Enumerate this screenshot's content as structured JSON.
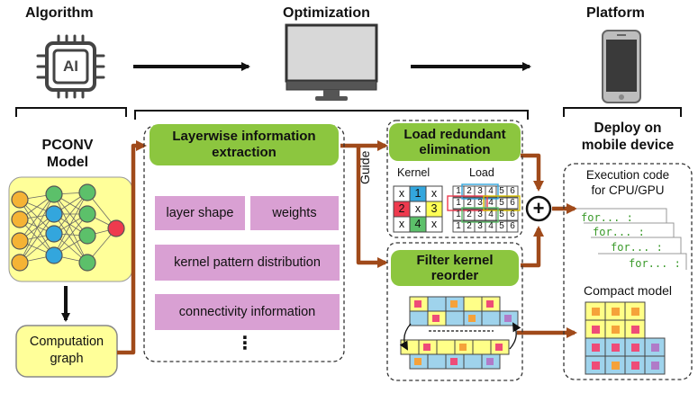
{
  "headers": {
    "algorithm": "Algorithm",
    "optimization": "Optimization",
    "platform": "Platform"
  },
  "chip": {
    "label": "AI"
  },
  "model": {
    "line1": "PCONV",
    "line2": "Model"
  },
  "graph": {
    "line1": "Computation",
    "line2": "graph"
  },
  "extraction": {
    "title_line1": "Layerwise information",
    "title_line2": "extraction",
    "items": [
      "layer shape",
      "weights",
      "kernel pattern distribution",
      "connectivity information"
    ],
    "ellipsis": "⋮"
  },
  "guide_label": "Guide",
  "load": {
    "title_line1": "Load redundant",
    "title_line2": "elimination",
    "kernel_label": "Kernel",
    "load_label": "Load",
    "kernel_cells": [
      "x",
      "1",
      "x",
      "2",
      "x",
      "3",
      "x",
      "4",
      "x"
    ],
    "load_digits": [
      "1",
      "2",
      "3",
      "4",
      "5",
      "6"
    ]
  },
  "filter": {
    "title_line1": "Filter kernel",
    "title_line2": "reorder"
  },
  "plus_symbol": "+",
  "deploy": {
    "title_line1": "Deploy on",
    "title_line2": "mobile device",
    "exec_line1": "Execution code",
    "exec_line2": "for CPU/GPU",
    "code_lines": [
      "for... :",
      "for... :",
      "for... :",
      "for... :"
    ],
    "compact_label": "Compact model"
  },
  "colors": {
    "arrow": "#a04a1a",
    "green": "#8cc63f",
    "pink": "#d9a0d3",
    "yellow": "#ffff99",
    "node_orange": "#f5b335",
    "node_green": "#5cc06a",
    "node_blue": "#33a6dd",
    "node_red": "#ee3a4e",
    "cell_blue": "#9fd3ec",
    "cell_yellow": "#ffff88",
    "cell_orange": "#f5a23a",
    "cell_pink": "#ee4c78",
    "cell_purple": "#b07bc8"
  }
}
